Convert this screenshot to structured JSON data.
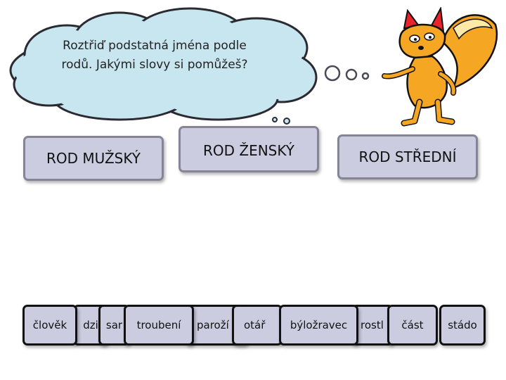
{
  "speech_bubble": {
    "text": "Roztřiď podstatná jména podle rodů. Jakými slovy si pomůžeš?"
  },
  "categories": [
    {
      "label": "ROD MUŽSKÝ"
    },
    {
      "label": "ROD ŽENSKÝ"
    },
    {
      "label": "ROD STŘEDNÍ"
    }
  ],
  "words": [
    {
      "label": "člověk"
    },
    {
      "label": "dzi"
    },
    {
      "label": "sar"
    },
    {
      "label": "troubení"
    },
    {
      "label": "paroží"
    },
    {
      "label": "otář"
    },
    {
      "label": "býložravec"
    },
    {
      "label": "rostl"
    },
    {
      "label": "část"
    },
    {
      "label": "stádo"
    }
  ],
  "colors": {
    "cloud_fill": "#c8e6f0",
    "card_fill": "#cccce0",
    "fox_body": "#f5a623",
    "fox_ear": "#e8242a"
  }
}
